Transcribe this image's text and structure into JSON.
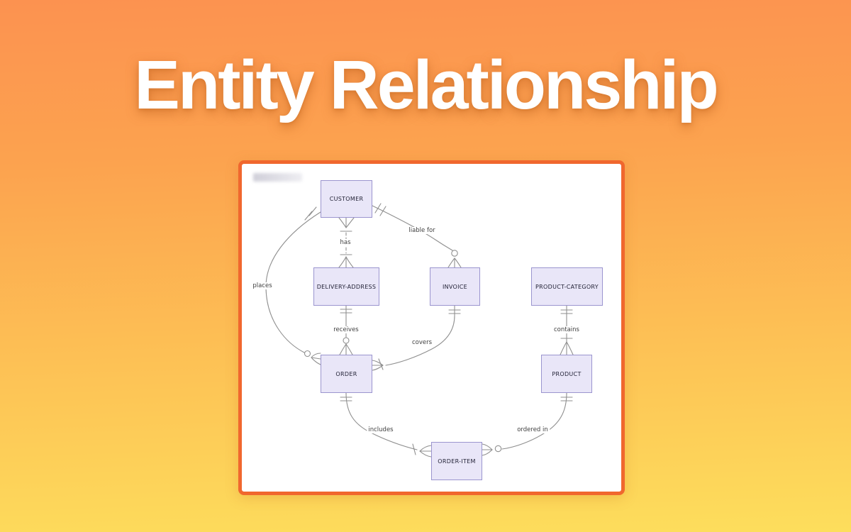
{
  "title": "Entity Relationship",
  "theme": {
    "background_top": "#fc9250",
    "background_bottom": "#fdde5c",
    "card_border": "#f0672e",
    "card_background": "#ffffff",
    "entity_fill": "#e9e6f8",
    "entity_border": "#9b95cf",
    "connector_color": "#8f8f8f",
    "title_color": "#ffffff"
  },
  "diagram": {
    "entities": [
      {
        "id": "customer",
        "label": "CUSTOMER"
      },
      {
        "id": "delivery-address",
        "label": "DELIVERY-ADDRESS"
      },
      {
        "id": "invoice",
        "label": "INVOICE"
      },
      {
        "id": "product-category",
        "label": "PRODUCT-CATEGORY"
      },
      {
        "id": "order",
        "label": "ORDER"
      },
      {
        "id": "product",
        "label": "PRODUCT"
      },
      {
        "id": "order-item",
        "label": "ORDER-ITEM"
      }
    ],
    "relationships": [
      {
        "label": "has",
        "from": "CUSTOMER",
        "to": "DELIVERY-ADDRESS",
        "line": "dashed"
      },
      {
        "label": "liable for",
        "from": "CUSTOMER",
        "to": "INVOICE",
        "line": "solid"
      },
      {
        "label": "places",
        "from": "CUSTOMER",
        "to": "ORDER",
        "line": "solid"
      },
      {
        "label": "receives",
        "from": "DELIVERY-ADDRESS",
        "to": "ORDER",
        "line": "solid"
      },
      {
        "label": "covers",
        "from": "INVOICE",
        "to": "ORDER",
        "line": "solid"
      },
      {
        "label": "contains",
        "from": "PRODUCT-CATEGORY",
        "to": "PRODUCT",
        "line": "solid"
      },
      {
        "label": "includes",
        "from": "ORDER",
        "to": "ORDER-ITEM",
        "line": "solid"
      },
      {
        "label": "ordered in",
        "from": "PRODUCT",
        "to": "ORDER-ITEM",
        "line": "solid"
      }
    ]
  }
}
